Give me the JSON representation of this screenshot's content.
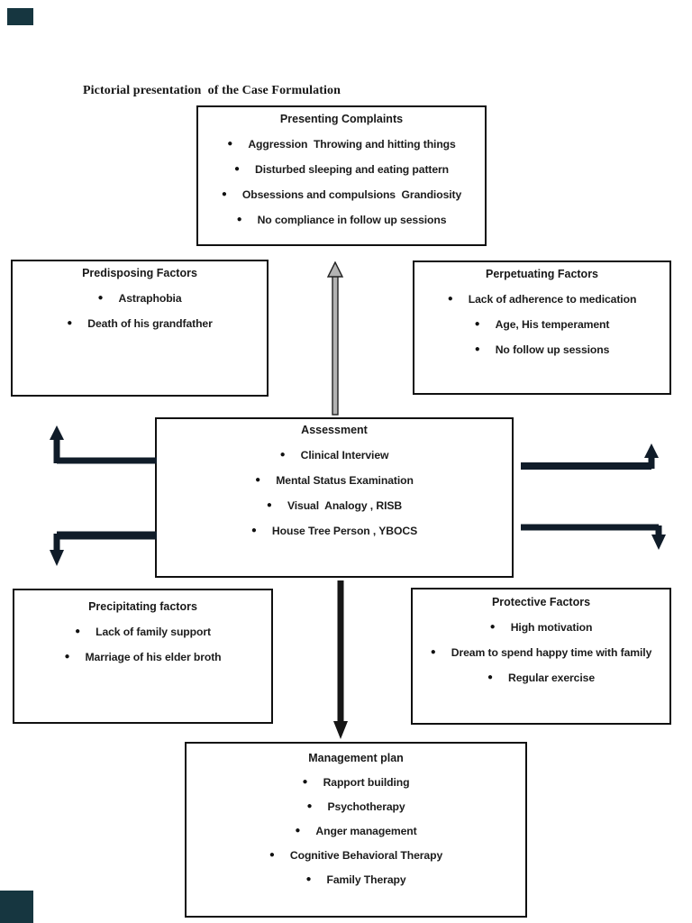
{
  "page": {
    "title": "Pictorial presentation  of the Case Formulation"
  },
  "icons": {
    "bullet": "●",
    "up_double_arrow": "outlined vertical arrow pointing up",
    "elbow_arrows": "L-shaped connector arrows",
    "down_arrow": "solid vertical arrow pointing down"
  },
  "colors": {
    "box_border": "#101010",
    "arrow_dark": "#101c29",
    "arrow_black": "#161616",
    "arrow_gray_fill": "#b3b3b3",
    "corner_artifact": "#163640",
    "text": "#1c1c1c"
  },
  "boxes": {
    "presenting": {
      "title": "Presenting Complaints",
      "items": [
        "Aggression  Throwing and hitting things",
        "Disturbed sleeping and eating pattern",
        "Obsessions and compulsions  Grandiosity",
        "No compliance in follow up sessions"
      ]
    },
    "predisposing": {
      "title": "Predisposing Factors",
      "items": [
        "Astraphobia",
        "Death of his grandfather"
      ]
    },
    "perpetuating": {
      "title": "Perpetuating Factors",
      "items": [
        "Lack of adherence to medication",
        "Age, His temperament",
        "No follow up sessions"
      ]
    },
    "assessment": {
      "title": "Assessment",
      "items": [
        "Clinical Interview",
        "Mental Status Examination",
        "Visual  Analogy , RISB",
        "House Tree Person , YBOCS"
      ]
    },
    "precipitating": {
      "title": "Precipitating factors",
      "items": [
        "Lack of family support",
        "Marriage of his elder broth"
      ]
    },
    "protective": {
      "title": "Protective Factors",
      "items": [
        "High motivation",
        "Dream to spend happy time with family",
        "Regular exercise"
      ]
    },
    "management": {
      "title": "Management plan",
      "items": [
        "Rapport building",
        "Psychotherapy",
        "Anger management",
        "Cognitive Behavioral Therapy",
        "Family Therapy"
      ]
    }
  }
}
